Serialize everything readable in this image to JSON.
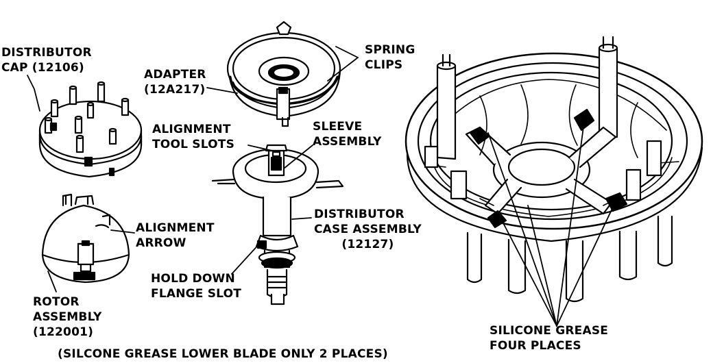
{
  "labels": {
    "distributor_cap": [
      "DISTRIBUTOR",
      "CAP (12106)"
    ],
    "adapter": [
      "ADAPTER",
      "(12A217)"
    ],
    "spring_clips": [
      "SPRING",
      "CLIPS"
    ],
    "alignment_tool_slots": [
      "ALIGNMENT",
      "TOOL SLOTS"
    ],
    "sleeve_assembly": [
      "SLEEVE",
      "ASSEMBLY"
    ],
    "alignment_arrow": [
      "ALIGNMENT",
      "ARROW"
    ],
    "distributor_case_assembly": [
      "DISTRIBUTOR",
      "CASE ASSEMBLY",
      "(12127)"
    ],
    "hold_down_flange_slot": [
      "HOLD DOWN",
      "FLANGE SLOT"
    ],
    "rotor_assembly": [
      "ROTOR",
      "ASSEMBLY",
      "(122001)"
    ],
    "silicone_grease": [
      "SILICONE GREASE",
      "FOUR PLACES"
    ]
  },
  "caption": "(SILCONE GREASE LOWER BLADE ONLY 2 PLACES)"
}
